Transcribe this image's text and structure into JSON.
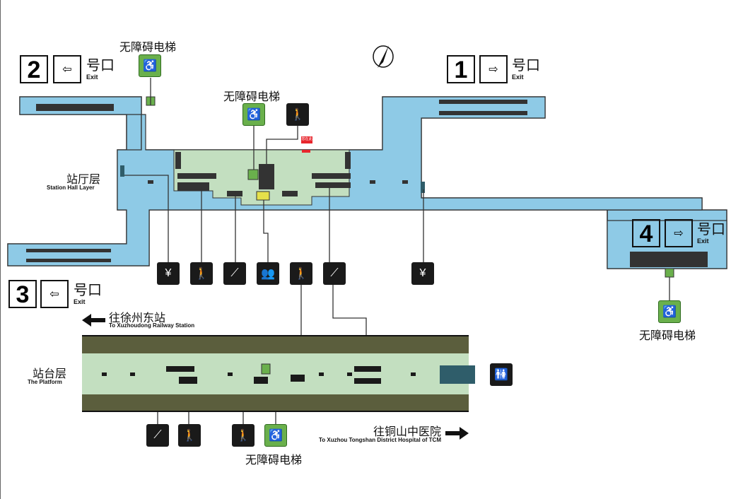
{
  "exits": [
    {
      "num": "2",
      "cn": "号口",
      "en": "Exit"
    },
    {
      "num": "1",
      "cn": "号口",
      "en": "Exit"
    },
    {
      "num": "3",
      "cn": "号口",
      "en": "Exit"
    },
    {
      "num": "4",
      "cn": "号口",
      "en": "Exit"
    }
  ],
  "elevator_label": "无障碍电梯",
  "hall": {
    "cn": "站厅层",
    "en": "Station Hall Layer"
  },
  "platform": {
    "cn": "站台层",
    "en": "The Platform"
  },
  "you_are_here": "您在此",
  "directions": {
    "left": {
      "cn": "往徐州东站",
      "en": "To Xuzhoudong Railway Station"
    },
    "right": {
      "cn": "往铜山中医院",
      "en": "To Xuzhou Tongshan District Hospital of TCM"
    }
  },
  "compass": "N",
  "colors": {
    "concourse": "#8ecae6",
    "paid": "#c3dfc0",
    "track": "#5b5e3d",
    "elevator": "#6ab04c"
  }
}
